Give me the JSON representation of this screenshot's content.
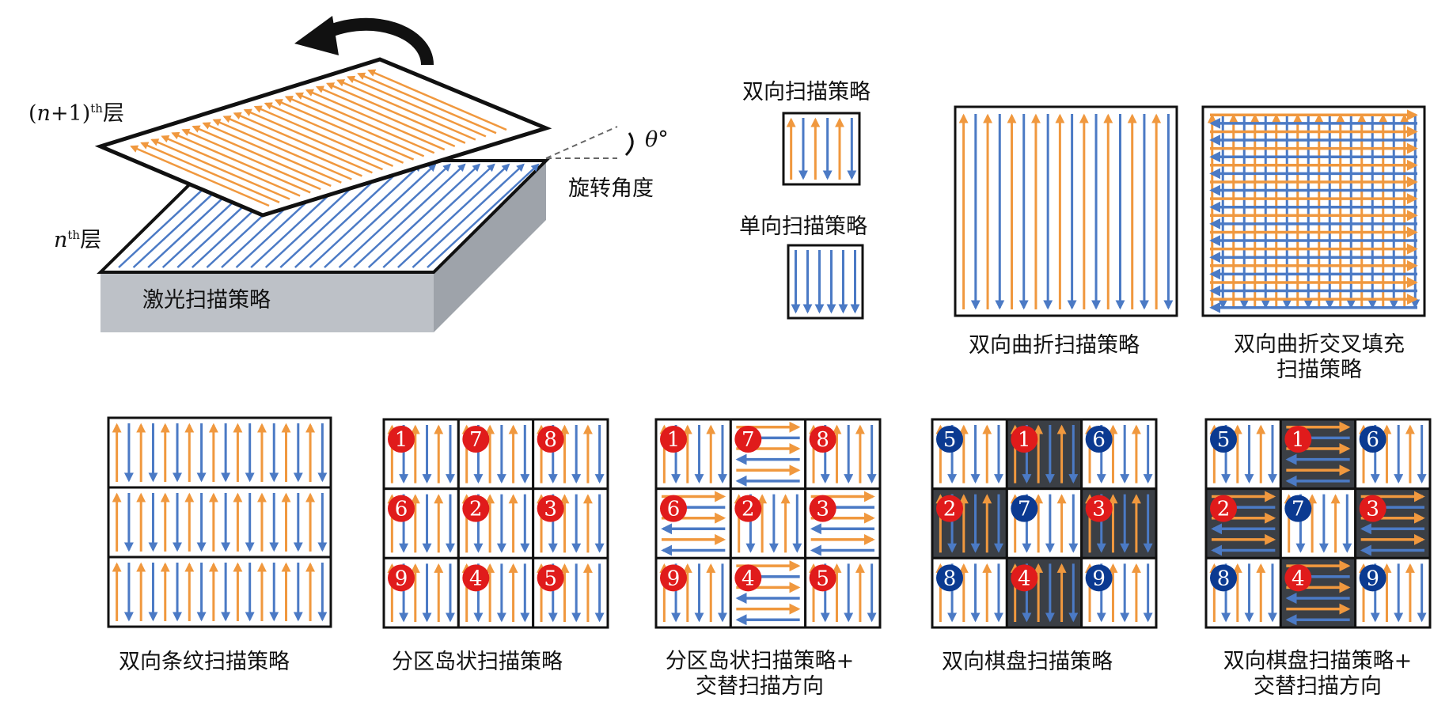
{
  "colors": {
    "forward_scan": "#F0983E",
    "reverse_scan": "#4B7AC5",
    "frame": "#111111",
    "dark_island": "#3B3F45",
    "red_badge": "#E01B1B",
    "blue_badge": "#0B3A91",
    "substrate": "#B8BCC2"
  },
  "layer_diagram": {
    "upper_layer_label": {
      "prefix": "(",
      "var": "n",
      "suffix": "+1)",
      "sup": "th",
      "tail": "层"
    },
    "lower_layer_label": {
      "var": "n",
      "sup": "th",
      "tail": "层"
    },
    "angle_symbol": "θ°",
    "angle_label": "旋转角度",
    "substrate_label": "激光扫描策略",
    "rotation_icon": "curved-arrow-counterclockwise"
  },
  "legend": {
    "bidirectional": "双向扫描策略",
    "unidirectional": "单向扫描策略"
  },
  "strategies": [
    {
      "id": "meander",
      "label": "双向曲折扫描策略"
    },
    {
      "id": "meander-cross",
      "label": "双向曲折交叉填充\n扫描策略"
    },
    {
      "id": "stripe",
      "label": "双向条纹扫描策略"
    },
    {
      "id": "island",
      "label": "分区岛状扫描策略",
      "order": [
        1,
        7,
        8,
        6,
        2,
        3,
        9,
        4,
        5
      ]
    },
    {
      "id": "island-alt",
      "label": "分区岛状扫描策略+\n交替扫描方向",
      "order": [
        1,
        7,
        8,
        6,
        2,
        3,
        9,
        4,
        5
      ]
    },
    {
      "id": "checker",
      "label": "双向棋盘扫描策略",
      "order": [
        5,
        1,
        6,
        2,
        7,
        3,
        8,
        4,
        9
      ]
    },
    {
      "id": "checker-alt",
      "label": "双向棋盘扫描策略+\n交替扫描方向",
      "order": [
        5,
        1,
        6,
        2,
        7,
        3,
        8,
        4,
        9
      ]
    }
  ]
}
